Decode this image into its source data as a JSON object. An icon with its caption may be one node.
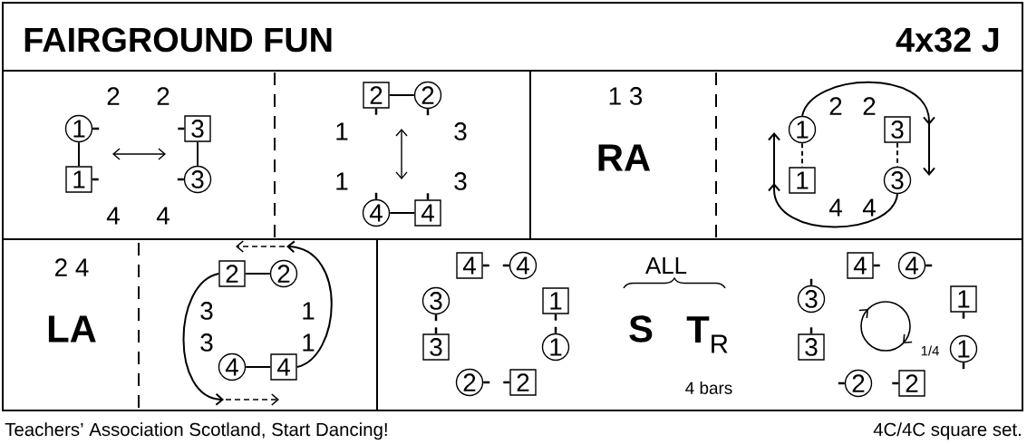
{
  "diagram": {
    "title": "FAIRGROUND FUN",
    "nodes": [
      {
        "text": [
          "1"
        ]
      },
      {
        "text": [
          "3"
        ]
      },
      {
        "text": [
          "1"
        ]
      },
      {
        "text": [
          "3"
        ]
      },
      {
        "text": [
          "2"
        ]
      },
      {
        "text": [
          "2"
        ]
      },
      {
        "text": [
          "4"
        ]
      },
      {
        "text": [
          "4"
        ]
      },
      {
        "text": [
          "1"
        ]
      },
      {
        "text": [
          "3"
        ]
      },
      {
        "text": [
          "1"
        ]
      },
      {
        "text": [
          "3"
        ]
      },
      {
        "text": [
          "2"
        ]
      },
      {
        "text": [
          "2"
        ]
      },
      {
        "text": [
          "4"
        ]
      },
      {
        "text": [
          "4"
        ]
      },
      {
        "text": [
          "4"
        ]
      },
      {
        "text": [
          "4"
        ]
      },
      {
        "text": [
          "3"
        ]
      },
      {
        "text": [
          "1"
        ]
      },
      {
        "text": [
          "3"
        ]
      },
      {
        "text": [
          "1"
        ]
      },
      {
        "text": [
          "2"
        ]
      },
      {
        "text": [
          "2"
        ]
      },
      {
        "text": [
          "4"
        ]
      },
      {
        "text": [
          "4"
        ]
      },
      {
        "text": [
          "3"
        ]
      },
      {
        "text": [
          "1"
        ]
      },
      {
        "text": [
          "3"
        ]
      },
      {
        "text": [
          "1"
        ]
      },
      {
        "text": [
          "2"
        ]
      },
      {
        "text": [
          "2"
        ]
      }
    ],
    "edges": [
      {
        "from": 0,
        "to": 2,
        "arrow": "none"
      },
      {
        "from": 1,
        "to": 3,
        "arrow": "none"
      },
      {
        "from": 4,
        "to": 5,
        "arrow": "none"
      },
      {
        "from": 6,
        "to": 7,
        "arrow": "none"
      },
      {
        "from": 8,
        "to": 10,
        "arrow": "none",
        "style": "dashed"
      },
      {
        "from": 9,
        "to": 11,
        "arrow": "none",
        "style": "dashed"
      },
      {
        "from": 8,
        "to": null,
        "arrow": "to"
      },
      {
        "from": 11,
        "to": 8,
        "arrow": "to"
      },
      {
        "from": 12,
        "to": 13,
        "arrow": "none"
      },
      {
        "from": 14,
        "to": 15,
        "arrow": "none"
      },
      {
        "from": 12,
        "to": null,
        "arrow": "to"
      },
      {
        "from": 15,
        "to": 13,
        "arrow": "to"
      }
    ],
    "labels": [
      "4x32 J",
      "2",
      "2",
      "4",
      "4",
      "1",
      "3",
      "1",
      "3",
      "1 3",
      "RA",
      "2",
      "2",
      "4",
      "4",
      "2 4",
      "LA",
      "3",
      "1",
      "3",
      "1",
      "ALL",
      "S",
      "**T**$_{R}$",
      "4 bars",
      "1/4",
      "Teachers’ Association Scotland, Start Dancing!",
      "4C/4C square set."
    ]
  }
}
